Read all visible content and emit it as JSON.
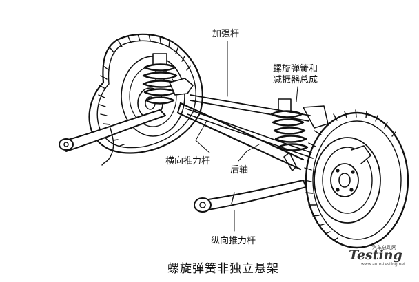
{
  "labels": {
    "reinforcing_rod": "加强杆",
    "coil_spring_damper_line1": "螺旋弹簧和",
    "coil_spring_damper_line2": "减振器总成",
    "lateral_thrust_rod": "横向推力杆",
    "rear_axle": "后轴",
    "longitudinal_thrust_rod": "纵向推力杆"
  },
  "caption": "螺旋弹簧非独立悬架",
  "watermark": {
    "small": "汽车总动网",
    "big": "Testing",
    "url": "www.auto-testing.net"
  }
}
